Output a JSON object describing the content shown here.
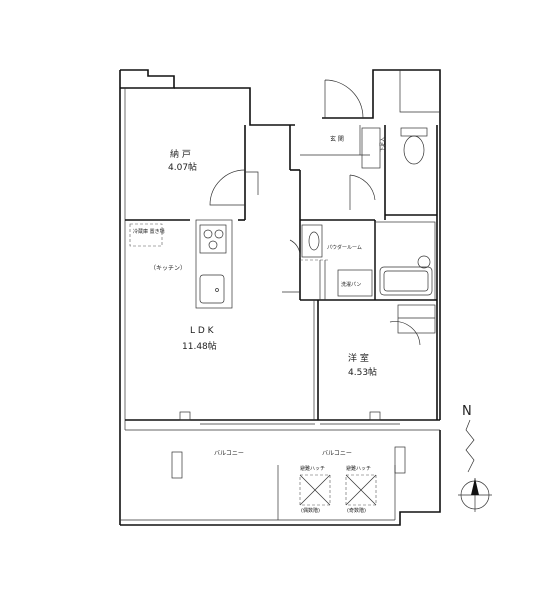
{
  "rooms": {
    "storage": {
      "name": "納 戸",
      "size": "4.07帖"
    },
    "entrance": {
      "name": "玄 関"
    },
    "shoe_box": {
      "name": "下足入"
    },
    "fridge": {
      "name": "冷蔵庫\n置き場"
    },
    "kitchen": {
      "name": "（キッチン）"
    },
    "powder_room": {
      "name": "パウダールーム"
    },
    "washer_pan": {
      "name": "洗濯パン"
    },
    "ldk": {
      "name": "L D K",
      "size": "11.48帖"
    },
    "western_room": {
      "name": "洋 室",
      "size": "4.53帖"
    }
  },
  "balcony": {
    "label_left": "バルコニー",
    "label_right": "バルコニー"
  },
  "hatches": [
    {
      "title": "避難ハッチ",
      "note": "(偶数階)"
    },
    {
      "title": "避難ハッチ",
      "note": "(奇数階)"
    }
  ],
  "compass": {
    "north": "N"
  }
}
